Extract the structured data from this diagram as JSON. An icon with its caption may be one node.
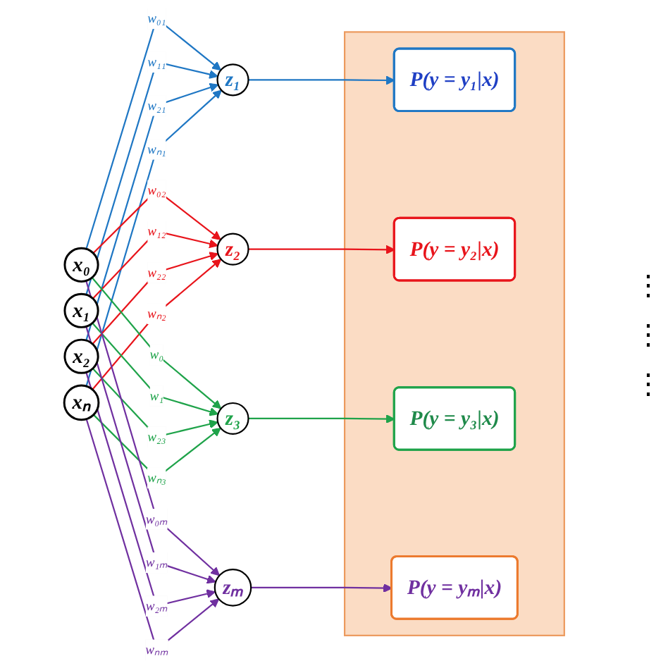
{
  "diagram": {
    "nodes": [
      {
        "text": [
          "x₀"
        ]
      },
      {
        "text": [
          "x₁"
        ]
      },
      {
        "text": [
          "x₂"
        ]
      },
      {
        "text": [
          "xₙ"
        ]
      },
      {
        "text": [
          "z₁"
        ]
      },
      {
        "text": [
          "z₂"
        ]
      },
      {
        "text": [
          "z₃"
        ]
      },
      {
        "text": [
          "zₘ"
        ]
      },
      {
        "text": [],
        "shape": "box"
      },
      {
        "text": [
          "P(y = y₁|x)"
        ],
        "in": 8
      },
      {
        "text": [
          "P(y = y₂|x)"
        ],
        "in": 8
      },
      {
        "text": [
          "P(y = y₃|x)"
        ],
        "in": 8
      },
      {
        "text": [
          "P(y = yₘ|x)"
        ],
        "in": 8
      }
    ],
    "edges": [
      {
        "from": 0,
        "to": 4,
        "arrow": "to",
        "label": "w₀₁",
        "color": "#1f77c4"
      },
      {
        "from": 1,
        "to": 4,
        "arrow": "to",
        "label": "w₁₁",
        "color": "#1f77c4"
      },
      {
        "from": 2,
        "to": 4,
        "arrow": "to",
        "label": "w₂₁",
        "color": "#1f77c4"
      },
      {
        "from": 3,
        "to": 4,
        "arrow": "to",
        "label": "wₙ₁",
        "color": "#1f77c4"
      },
      {
        "from": 0,
        "to": 5,
        "arrow": "to",
        "label": "w₀₂",
        "color": "#e8141b"
      },
      {
        "from": 1,
        "to": 5,
        "arrow": "to",
        "label": "w₁₂",
        "color": "#e8141b"
      },
      {
        "from": 2,
        "to": 5,
        "arrow": "to",
        "label": "w₂₂",
        "color": "#e8141b"
      },
      {
        "from": 3,
        "to": 5,
        "arrow": "to",
        "label": "wₙ₂",
        "color": "#e8141b"
      },
      {
        "from": 0,
        "to": 6,
        "arrow": "to",
        "label": "w₀",
        "color": "#1fa34a"
      },
      {
        "from": 1,
        "to": 6,
        "arrow": "to",
        "label": "w₁",
        "color": "#1fa34a"
      },
      {
        "from": 2,
        "to": 6,
        "arrow": "to",
        "label": "w₂₃",
        "color": "#1fa34a"
      },
      {
        "from": 3,
        "to": 6,
        "arrow": "to",
        "label": "wₙ₃",
        "color": "#1fa34a"
      },
      {
        "from": 0,
        "to": 7,
        "arrow": "to",
        "label": "w₀ₘ",
        "color": "#7030a0"
      },
      {
        "from": 1,
        "to": 7,
        "arrow": "to",
        "label": "w₁ₘ",
        "color": "#7030a0"
      },
      {
        "from": 2,
        "to": 7,
        "arrow": "to",
        "label": "w₂ₘ",
        "color": "#7030a0"
      },
      {
        "from": 3,
        "to": 7,
        "arrow": "to",
        "label": "wₙₘ",
        "color": "#7030a0"
      },
      {
        "from": 4,
        "to": 9,
        "arrow": "to",
        "color": "#1f77c4"
      },
      {
        "from": 5,
        "to": 10,
        "arrow": "to",
        "color": "#e8141b"
      },
      {
        "from": 6,
        "to": 11,
        "arrow": "to",
        "color": "#1fa34a"
      },
      {
        "from": 7,
        "to": 12,
        "arrow": "to",
        "color": "#7030a0"
      }
    ],
    "labels": [
      "⋮",
      "⋮",
      "⋮"
    ]
  }
}
